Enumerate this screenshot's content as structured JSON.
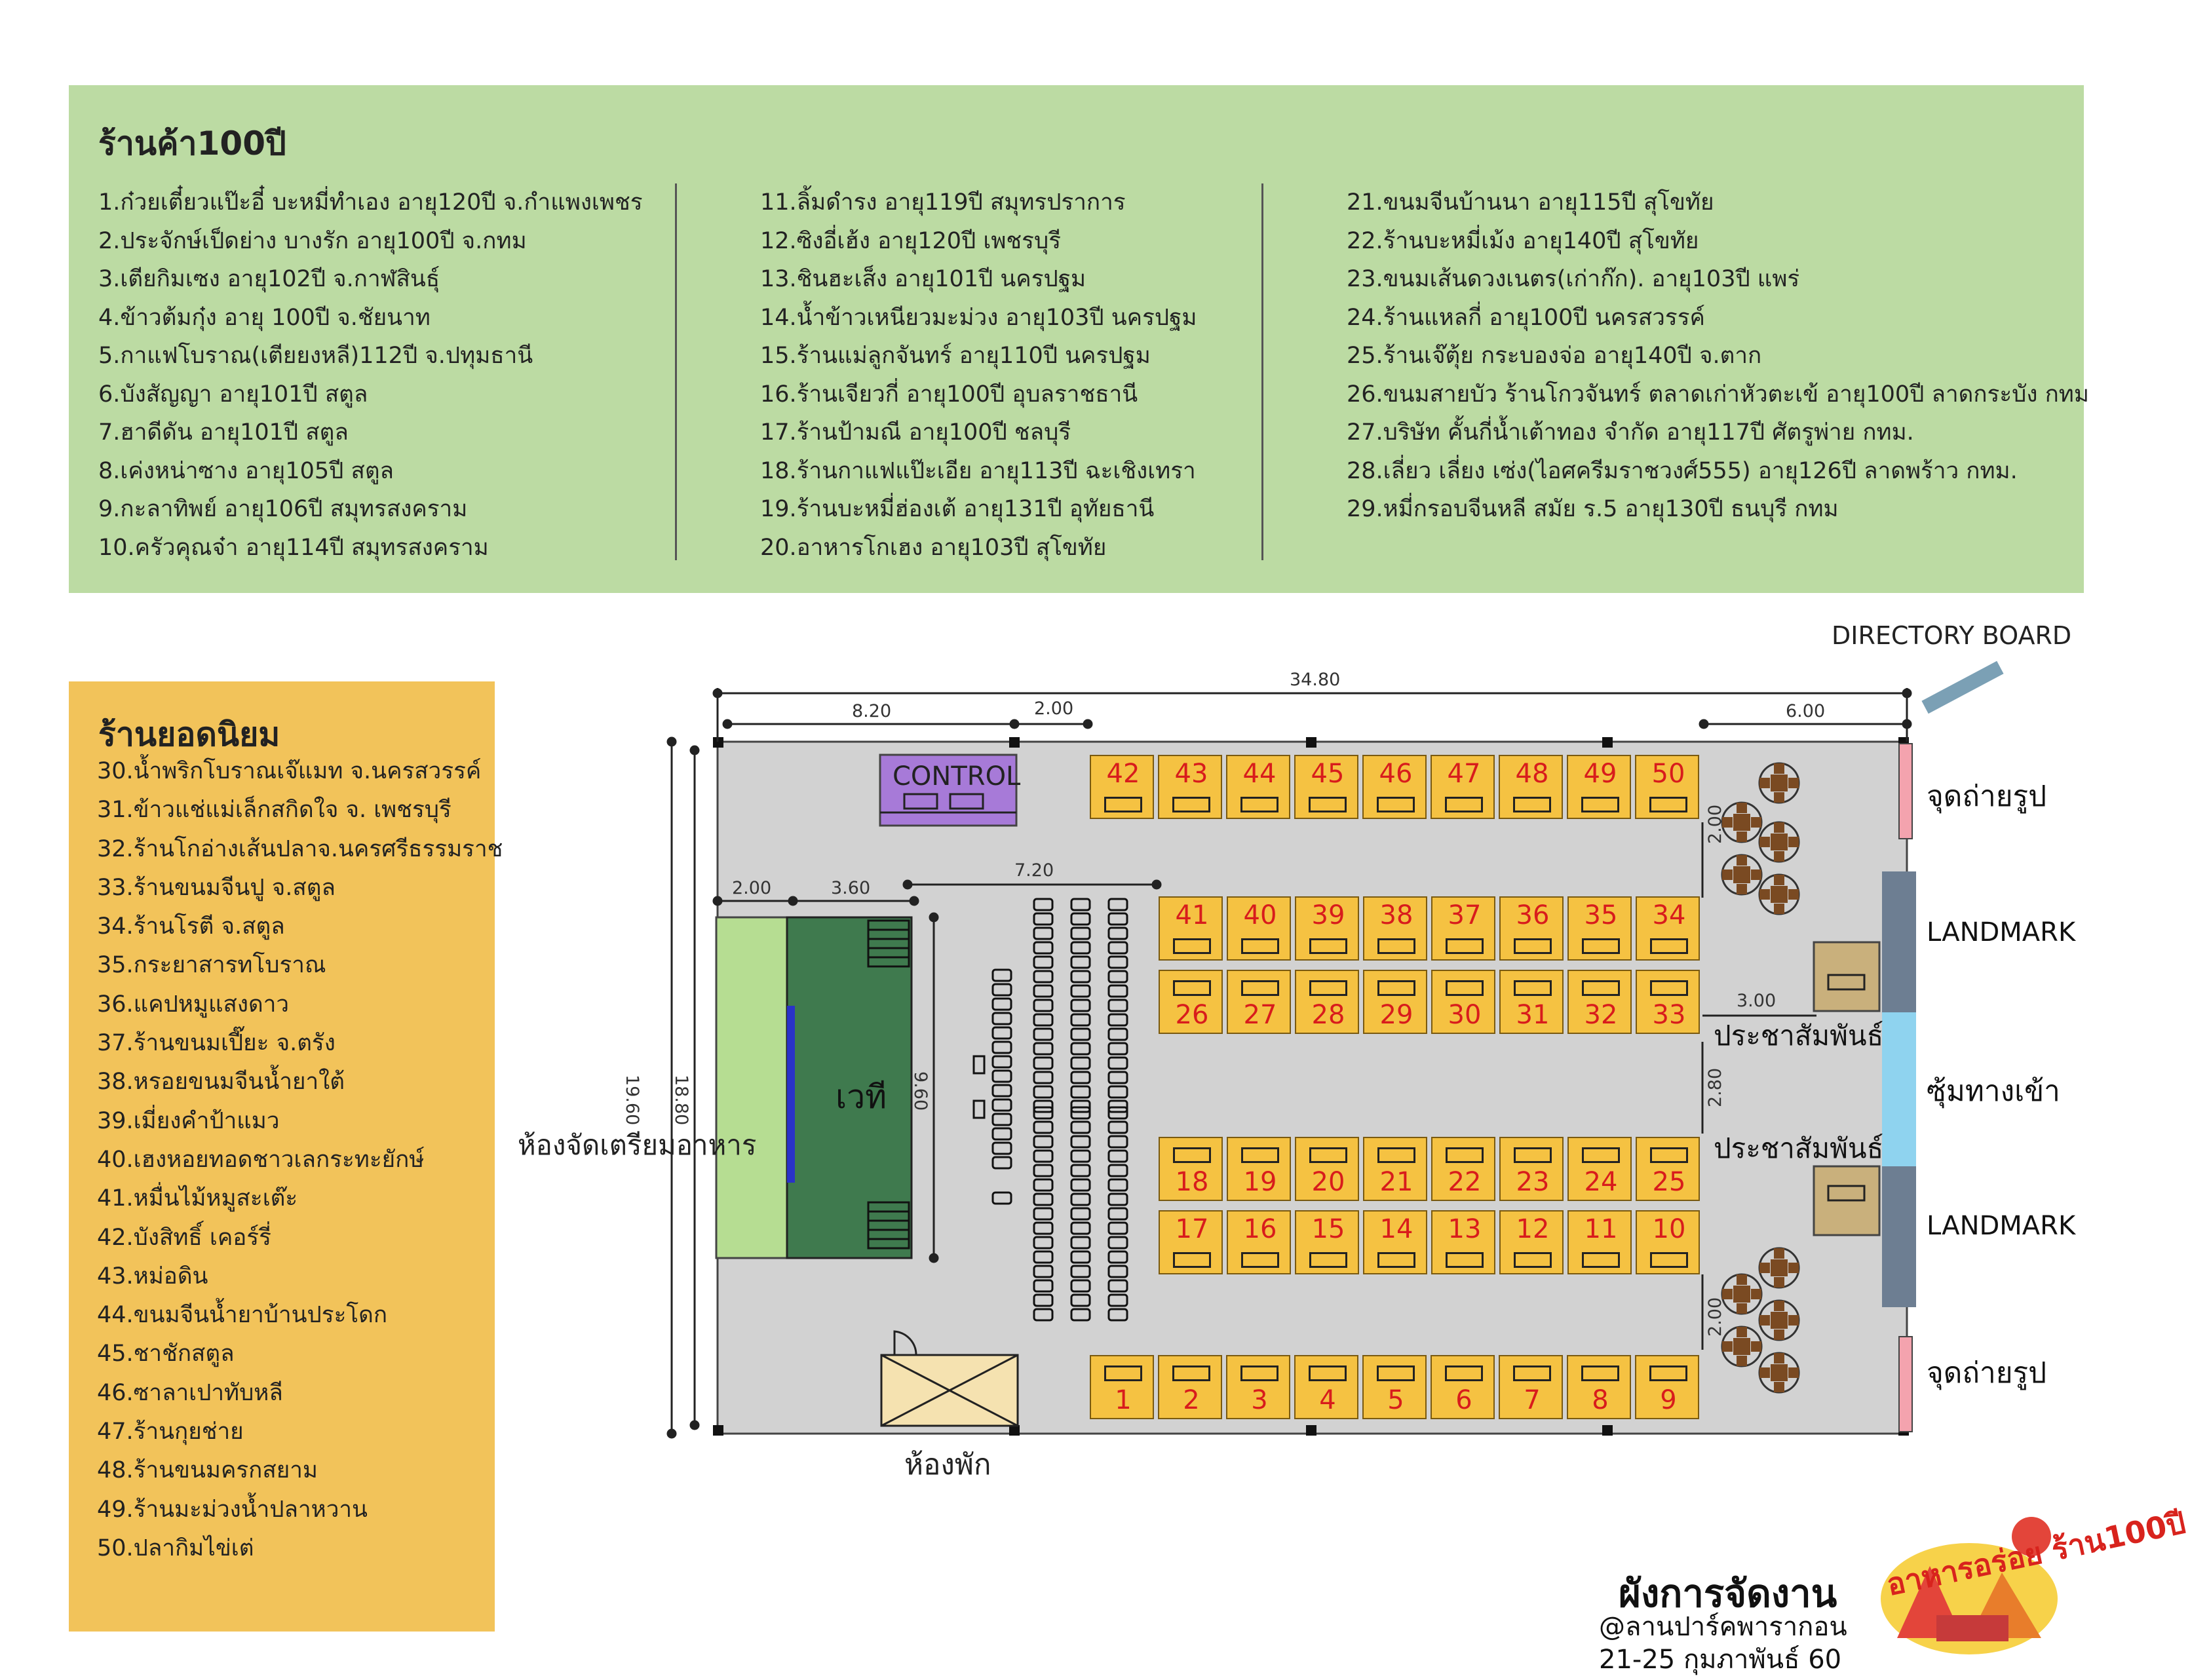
{
  "green_panel": {
    "title": "ร้านค้า100ปี",
    "columns": [
      [
        "1.ก๋วยเตี๋ยวแป๊ะอี๋ บะหมี่ทำเอง อายุ120ปี จ.กำแพงเพชร",
        "2.ประจักษ์เป็ดย่าง บางรัก อายุ100ปี จ.กทม",
        "3.เตียกิมเซง อายุ102ปี จ.กาฬสินธุ์",
        "4.ข้าวต้มกุ๋ง อายุ 100ปี จ.ชัยนาท",
        "5.กาแฟโบราณ(เตียยงหลี)112ปี จ.ปทุมธานี",
        "6.บังสัญญา อายุ101ปี สตูล",
        "7.ฮาดีดัน อายุ101ปี สตูล",
        "8.เค่งหน่าซาง อายุ105ปี สตูล",
        "9.กะลาทิพย์ อายุ106ปี สมุทรสงคราม",
        "10.ครัวคุณจ๋า อายุ114ปี สมุทรสงคราม"
      ],
      [
        "11.ลิ้มดำรง อายุ119ปี สมุทรปราการ",
        "12.ซิงอี่เฮ้ง อายุ120ปี เพชรบุรี",
        "13.ชินฮะเส็ง อายุ101ปี นครปฐม",
        "14.น้ำข้าวเหนียวมะม่วง อายุ103ปี นครปฐม",
        "15.ร้านแม่ลูกจันทร์ อายุ110ปี นครปฐม",
        "16.ร้านเจียวกี่ อายุ100ปี อุบลราชธานี",
        "17.ร้านป้ามณี อายุ100ปี ชลบุรี",
        "18.ร้านกาแฟแป๊ะเอีย อายุ113ปี ฉะเชิงเทรา",
        "19.ร้านบะหมี่ฮ่องเต้ อายุ131ปี อุทัยธานี",
        "20.อาหารโกเฮง อายุ103ปี สุโขทัย"
      ],
      [
        "21.ขนมจีนบ้านนา อายุ115ปี สุโขทัย",
        "22.ร้านบะหมี่เม้ง อายุ140ปี สุโขทัย",
        "23.ขนมเส้นดวงเนตร(เก่าก๊ก). อายุ103ปี แพร่",
        "24.ร้านแหลกี่ อายุ100ปี นครสวรรค์",
        "25.ร้านเจ๊ตุ้ย กระบองจ่อ อายุ140ปี จ.ตาก",
        "26.ขนมสายบัว ร้านโกวจันทร์ ตลาดเก่าหัวตะเข้ อายุ100ปี ลาดกระบัง กทม",
        "27.บริษัท คั้นกี่น้ำเต้าทอง จำกัด อายุ117ปี ศัตรูพ่าย กทม.",
        "28.เลี่ยว เลี่ยง เซ่ง(ไอศครีมราชวงศ์555) อายุ126ปี ลาดพร้าว กทม.",
        "29.หมี่กรอบจีนหลี สมัย ร.5 อายุ130ปี ธนบุรี กทม"
      ]
    ]
  },
  "orange_panel": {
    "title": "ร้านยอดนิยม",
    "items": [
      "30.น้ำพริกโบราณเจ๊แมท จ.นครสวรรค์",
      "31.ข้าวแช่แม่เล็กสกิดใจ จ. เพชรบุรี",
      "32.ร้านโกอ่างเส้นปลาจ.นครศรีธรรมราช",
      "33.ร้านขนมจีนปู จ.สตูล",
      "34.ร้านโรตี จ.สตูล",
      "35.กระยาสารทโบราณ",
      "36.แคปหมูแสงดาว",
      "37.ร้านขนมเปี๊ยะ จ.ตรัง",
      "38.หรอยขนมจีนน้ำยาใต้",
      "39.เมี่ยงคำป้าแมว",
      "40.เฮงหอยทอดชาวเลกระทะยักษ์",
      "41.หมื่นไม้หมูสะเต๊ะ",
      "42.บังสิทธิ์ เคอร์รี่",
      "43.หม่อดิน",
      "44.ขนมจีนน้ำยาบ้านประโดก",
      "45.ชาชักสตูล",
      "46.ซาลาเปาทับหลี",
      "47.ร้านกุยช่าย",
      "48.ร้านขนมครกสยาม",
      "49.ร้านมะม่วงน้ำปลาหวาน",
      "50.ปลากิมไข่เต่"
    ]
  },
  "floor_plan": {
    "directory_board": "DIRECTORY BOARD",
    "control_label": "CONTROL",
    "stage_label": "เวที",
    "kitchen_label": "ห้องจัดเตรียมอาหาร",
    "rest_room_label": "ห้องพัก",
    "photo_spot_label": "จุดถ่ายรูป",
    "landmark_label": "LANDMARK",
    "entrance_label": "ซุ้มทางเข้า",
    "pr_label": "ประชาสัมพันธ์",
    "dimensions": {
      "total_width": "34.80",
      "left_width": "8.20",
      "control_gap": "2.00",
      "right_width": "6.00",
      "seating_width": "7.20",
      "kitchen_width": "2.00",
      "stage_width": "3.60",
      "outer_height": "19.60",
      "inner_height": "18.80",
      "stage_height": "9.60",
      "aisle_top": "2.00",
      "aisle_mid": "2.80",
      "aisle_bottom": "2.00",
      "pr_width": "3.00"
    },
    "booth_rows": {
      "top": [
        "42",
        "43",
        "44",
        "45",
        "46",
        "47",
        "48",
        "49",
        "50"
      ],
      "upper_mid_a": [
        "41",
        "40",
        "39",
        "38",
        "37",
        "36",
        "35",
        "34"
      ],
      "upper_mid_b": [
        "26",
        "27",
        "28",
        "29",
        "30",
        "31",
        "32",
        "33"
      ],
      "lower_mid_a": [
        "18",
        "19",
        "20",
        "21",
        "22",
        "23",
        "24",
        "25"
      ],
      "lower_mid_b": [
        "17",
        "16",
        "15",
        "14",
        "13",
        "12",
        "11",
        "10"
      ],
      "bottom": [
        "1",
        "2",
        "3",
        "4",
        "5",
        "6",
        "7",
        "8",
        "9"
      ]
    },
    "colors": {
      "booth": "#f5c242",
      "booth_number": "#d81c1c",
      "control": "#a77ad8",
      "stage": "#3f7a4e",
      "kitchen": "#b6dd92",
      "floor": "#d2d2d2",
      "landmark": "#6d7e92",
      "entrance": "#8fd3ef",
      "photo_spot": "#f4a3ae"
    }
  },
  "footer": {
    "title": "ผังการจัดงาน",
    "venue": "@ลานปาร์คพารากอน",
    "date": "21-25 กุมภาพันธ์ 60",
    "logo_text": "อาหารอร่อย ร้าน100ปี"
  }
}
